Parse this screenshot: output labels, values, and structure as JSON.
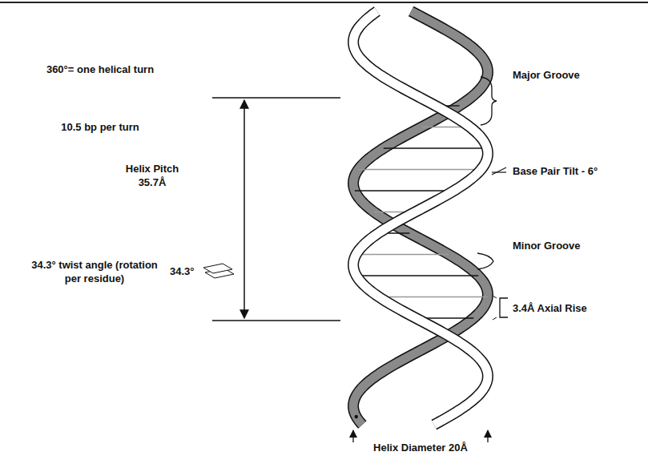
{
  "diagram": {
    "labels": [
      "360°= one helical turn",
      "10.5 bp per turn",
      "Helix Pitch 35.7Å",
      "34.3° twist angle (rotation per residue)",
      "34.3°",
      "Major Groove",
      "Base Pair Tilt - 6°",
      "Minor Groove",
      "3.4Å Axial Rise",
      "Helix Diameter 20Å"
    ]
  }
}
